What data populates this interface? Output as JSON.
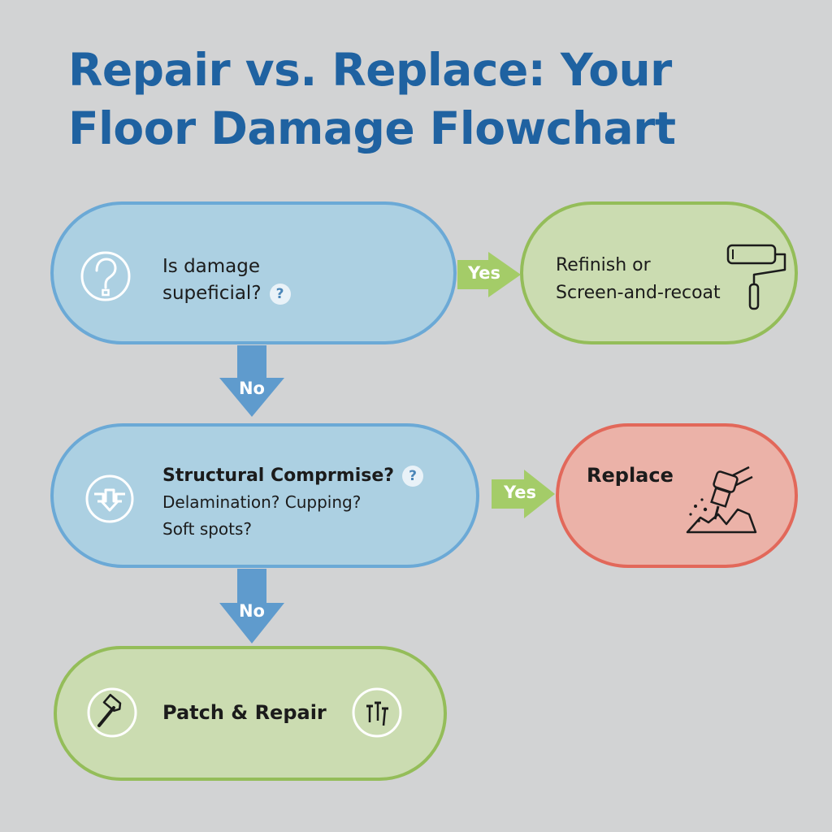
{
  "title": {
    "line1": "Repair vs. Replace: Your",
    "line2": "Floor Damage Flowchart"
  },
  "nodes": {
    "q1": {
      "line1": "Is damage",
      "line2": "supeficial?",
      "badge": "?",
      "icon": "question-circle-icon"
    },
    "r1": {
      "line1": "Refinish or",
      "line2": "Screen-and-recoat",
      "icon": "paint-roller-icon"
    },
    "q2": {
      "title": "Structural Comprmise?",
      "badge": "?",
      "line2": "Delamination? Cupping?",
      "line3": "Soft spots?",
      "icon": "structure-down-arrow-icon"
    },
    "r2": {
      "label": "Replace",
      "icon": "jackhammer-icon"
    },
    "r3": {
      "label": "Patch & Repair",
      "icon_left": "hammer-icon",
      "icon_right": "nails-icon"
    }
  },
  "edges": {
    "yes1": "Yes",
    "no1": "No",
    "yes2": "Yes",
    "no2": "No"
  },
  "colors": {
    "background": "#d2d3d4",
    "title": "#1f62a1",
    "question_fill": "#acd0e2",
    "question_border": "#6ba9d6",
    "repair_fill": "#cbdcb1",
    "repair_border": "#94bd59",
    "replace_fill": "#ebb2a8",
    "replace_border": "#e2685a",
    "no_arrow": "#5f9bcd",
    "yes_arrow": "#a4cc68"
  }
}
